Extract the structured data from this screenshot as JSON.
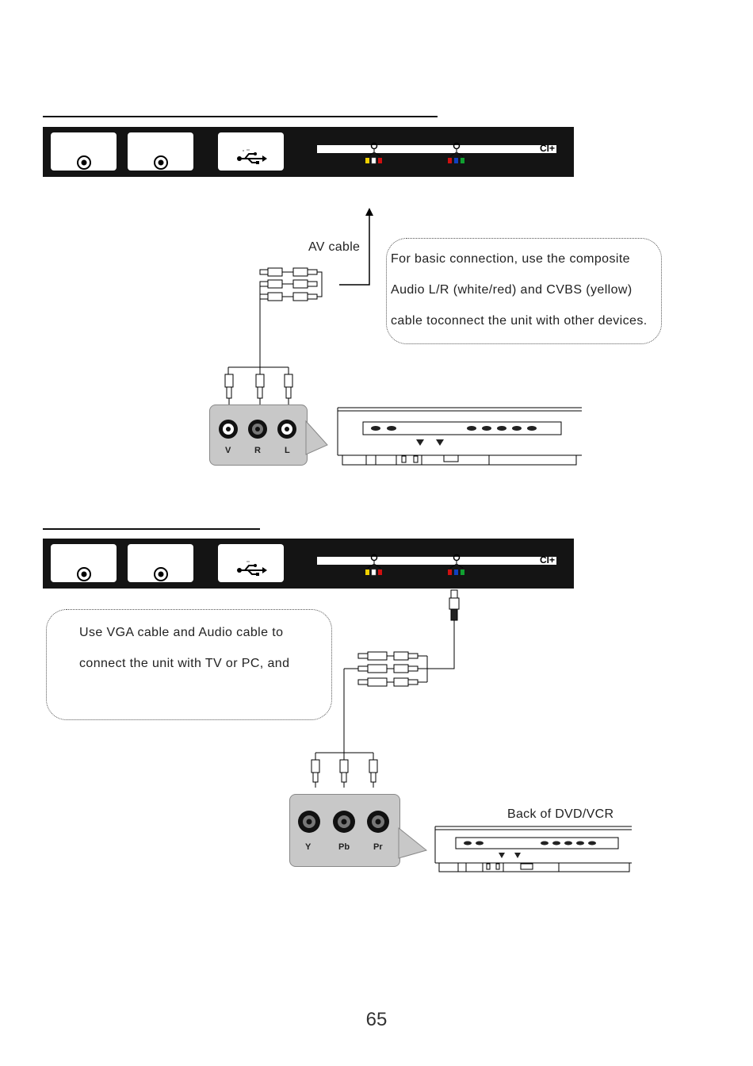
{
  "section1": {
    "cable_label": "AV cable",
    "note_lines": [
      "For basic connection, use the composite",
      "Audio L/R (white/red) and CVBS (yellow)",
      "cable toconnect the unit with other devices."
    ],
    "jack_labels": [
      "V",
      "R",
      "L"
    ],
    "panel_ci_text": "CI+"
  },
  "section2": {
    "note_lines": [
      "Use VGA cable and Audio cable to",
      "connect the unit with TV or PC, and"
    ],
    "device_label": "Back of DVD/VCR",
    "jack_labels": [
      "Y",
      "Pb",
      "Pr"
    ],
    "panel_ci_text": "CI+"
  },
  "page_number": "65",
  "colors": {
    "panel": "#141414",
    "yellow": "#f0d000",
    "red": "#d01010",
    "green": "#10a030",
    "blue": "#1040c0",
    "jack_block": "#c8c8c8"
  }
}
